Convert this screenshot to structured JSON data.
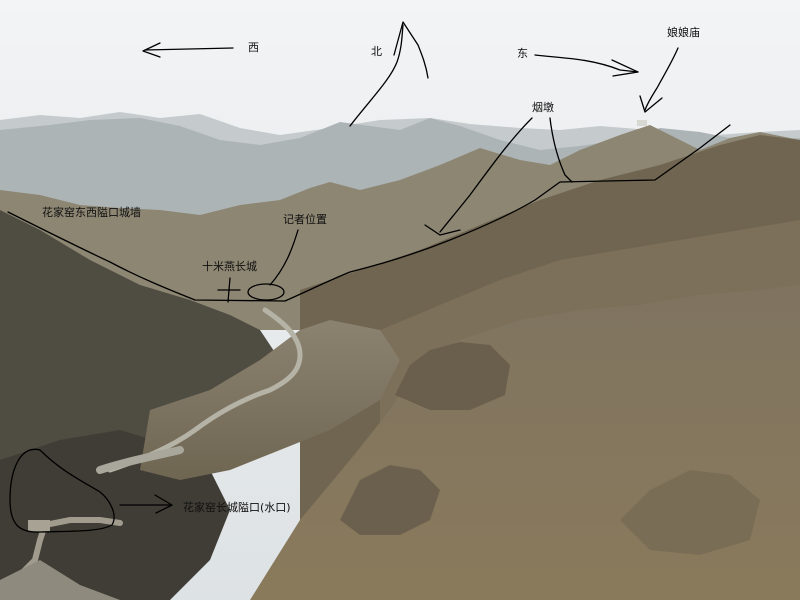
{
  "labels": {
    "west": "西",
    "north": "北",
    "east": "东",
    "niangniang_temple": "娘娘庙",
    "beacon_tower": "烟墩",
    "huajiayao_east_west_pass_wall": "花家窑东西隘口城墙",
    "reporter_position": "记者位置",
    "shimiyan_great_wall": "十米燕长城",
    "huajiayao_great_wall_pass_water_gate": "花家窑长城隘口(水口)"
  },
  "colors": {
    "sky": "#eceff0",
    "haze_mountain": "#b4bcc0",
    "far_mountain": "#9ea39f",
    "mid_mountain": "#7d7462",
    "near_mountain": "#8b7a5c",
    "shadow": "#4b4a40",
    "ink": "#000000"
  }
}
